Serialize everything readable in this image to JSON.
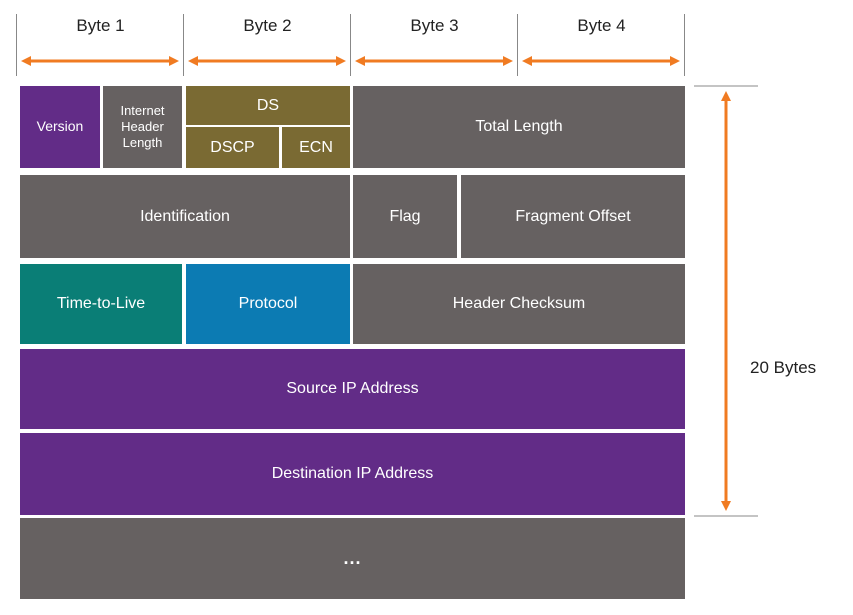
{
  "bytes": [
    "Byte 1",
    "Byte 2",
    "Byte 3",
    "Byte 4"
  ],
  "side_label": "20 Bytes",
  "fields": {
    "version": "Version",
    "ihl": "Internet Header Length",
    "ds": "DS",
    "dscp": "DSCP",
    "ecn": "ECN",
    "total_length": "Total Length",
    "identification": "Identification",
    "flag": "Flag",
    "fragment_offset": "Fragment Offset",
    "ttl": "Time-to-Live",
    "protocol": "Protocol",
    "header_checksum": "Header Checksum",
    "source_ip": "Source IP Address",
    "destination_ip": "Destination IP Address",
    "options": "..."
  },
  "colors": {
    "gray": "#666161",
    "purple": "#622c87",
    "olive": "#7a6a33",
    "teal": "#0a7e76",
    "blue": "#0c7bb3",
    "arrow": "#f07b22"
  }
}
